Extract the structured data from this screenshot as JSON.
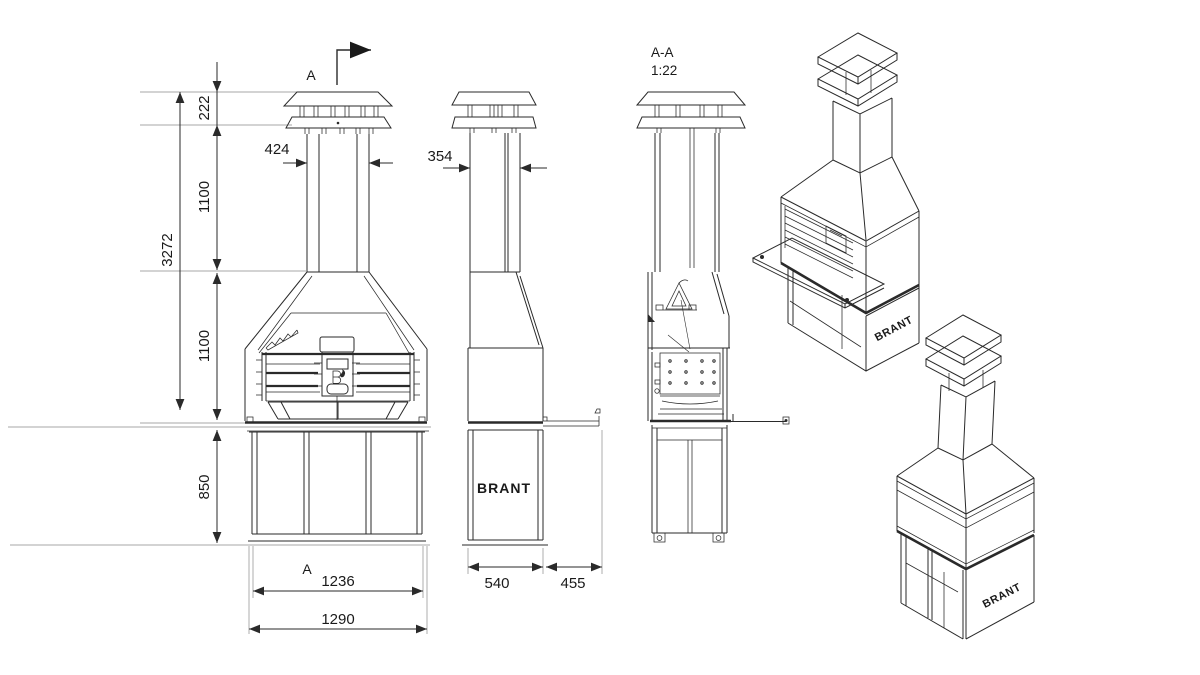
{
  "colors": {
    "background": "#ffffff",
    "line": "#2a2a2a",
    "text": "#1a1a1a"
  },
  "brand": {
    "name": "BRANT",
    "mark": "B-flame"
  },
  "section_marker": {
    "label_top": "A",
    "label_bottom": "A"
  },
  "section_view": {
    "title": "A-A",
    "scale": "1:22"
  },
  "front_view": {
    "dims": {
      "cap_height": "222",
      "chimney_height": "1100",
      "total_height": "3272",
      "hood_height": "1100",
      "base_height": "850",
      "chimney_width": "424",
      "inner_width": "1236",
      "outer_width": "1290"
    }
  },
  "side_view": {
    "dims": {
      "chimney_depth": "354",
      "base_depth": "540",
      "table_depth": "455"
    }
  }
}
